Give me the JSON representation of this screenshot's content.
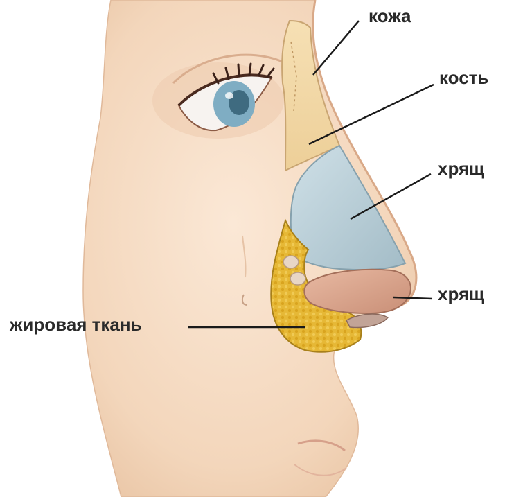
{
  "labels": {
    "skin": "кожа",
    "bone": "кость",
    "cartilage_upper": "хрящ",
    "cartilage_lower": "хрящ",
    "fat_tissue": "жировая ткань"
  },
  "colors": {
    "skin": "#f6dcc3",
    "skin_shadow": "#e9bfa0",
    "bone": "#f2d9a8",
    "cartilage": "#b9cfd8",
    "alar_cartilage": "#dca58c",
    "fat": "#e4b52f",
    "leader_line": "#1a1a1a",
    "iris": "#6fa0b8"
  }
}
